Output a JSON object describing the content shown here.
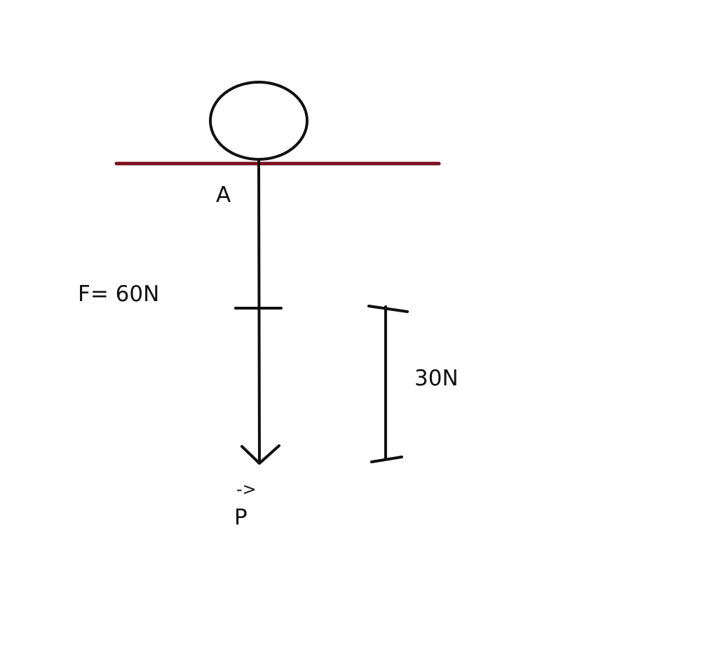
{
  "labels": {
    "point_a": "A",
    "force": "F= 60N",
    "scale": "30N",
    "vector_arrow": "->",
    "vector_name": "P"
  },
  "colors": {
    "surface": "#7a0f1e",
    "ink": "#111111",
    "background": "#ffffff"
  },
  "force_vector": {
    "magnitude": 60,
    "unit": "N",
    "direction": "down",
    "segments": 2
  },
  "scale_bar": {
    "value": 30,
    "unit": "N"
  }
}
